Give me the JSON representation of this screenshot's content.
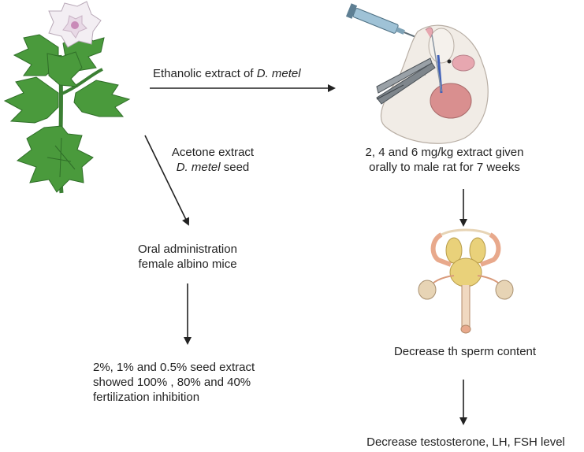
{
  "labels": {
    "ethanolic_prefix": "Ethanolic extract of ",
    "ethanolic_species": "D. metel",
    "acetone_line1": "Acetone extract",
    "acetone_species": "D. metel",
    "acetone_line2_suffix": " seed",
    "rat_dose_line1": "2, 4 and 6 mg/kg extract given",
    "rat_dose_line2": "orally to male rat for 7 weeks",
    "mice_line1": "Oral administration",
    "mice_line2": "female albino mice",
    "result_line1": "2%, 1% and 0.5% seed extract",
    "result_line2": "showed 100% , 80% and 40%",
    "result_line3": "fertilization inhibition",
    "sperm": "Decrease th sperm content",
    "hormone": "Decrease testosterone, LH, FSH level"
  },
  "colors": {
    "leaf": "#4a9a3c",
    "leaf_dark": "#2f6e28",
    "flower": "#f3eef3",
    "flower_center": "#c98bb8",
    "rat_body": "#f1ece6",
    "rat_pink": "#e7a7b0",
    "organ": "#d98f8f",
    "syringe": "#9fc2d6",
    "repro_yellow": "#e9d17a",
    "repro_tan": "#e7d4b5",
    "arrow": "#222222"
  },
  "icons": [
    "datura-plant-icon",
    "rat-gavage-icon",
    "male-reproductive-system-icon"
  ]
}
